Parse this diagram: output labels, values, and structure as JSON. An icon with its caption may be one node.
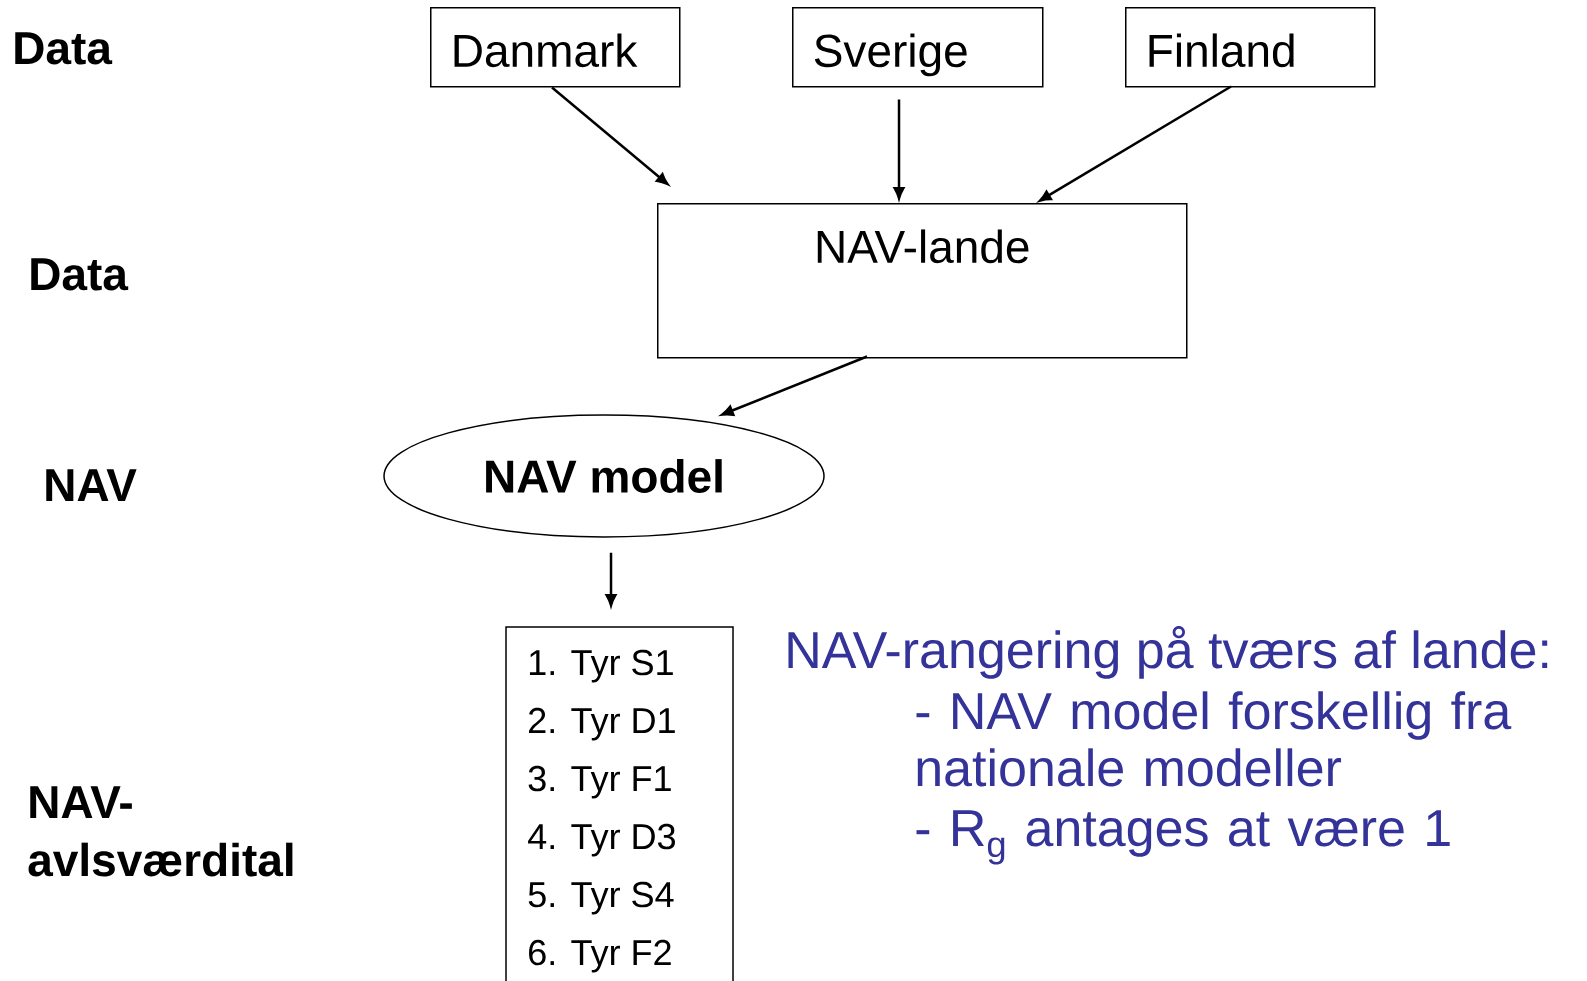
{
  "diagram": {
    "nodes": [
      {
        "text": [
          "Danmark"
        ]
      },
      {
        "text": [
          "Sverige"
        ]
      },
      {
        "text": [
          "Finland"
        ]
      },
      {
        "text": [
          "NAV-lande"
        ]
      },
      {
        "text": [
          "NAV model"
        ]
      },
      {
        "text": [
          "1. Tyr S1",
          "2. Tyr D1",
          "3. Tyr F1",
          "4. Tyr D3",
          "5. Tyr S4",
          "6. Tyr F2"
        ]
      }
    ],
    "edges": [
      {
        "from": 0,
        "to": 3,
        "arrow": "to"
      },
      {
        "from": 1,
        "to": 3,
        "arrow": "to"
      },
      {
        "from": 2,
        "to": 3,
        "arrow": "to"
      },
      {
        "from": 3,
        "to": 4,
        "arrow": "to"
      },
      {
        "from": 4,
        "to": 5,
        "arrow": "to"
      }
    ],
    "labels": [
      "Data",
      "Data",
      "NAV",
      "NAV- avlsværdital",
      "NAV-rangering på tværs af lande:",
      "- NAV model forskellig fra nationale modeller",
      "- R$_{g}$ antages at være 1"
    ]
  }
}
